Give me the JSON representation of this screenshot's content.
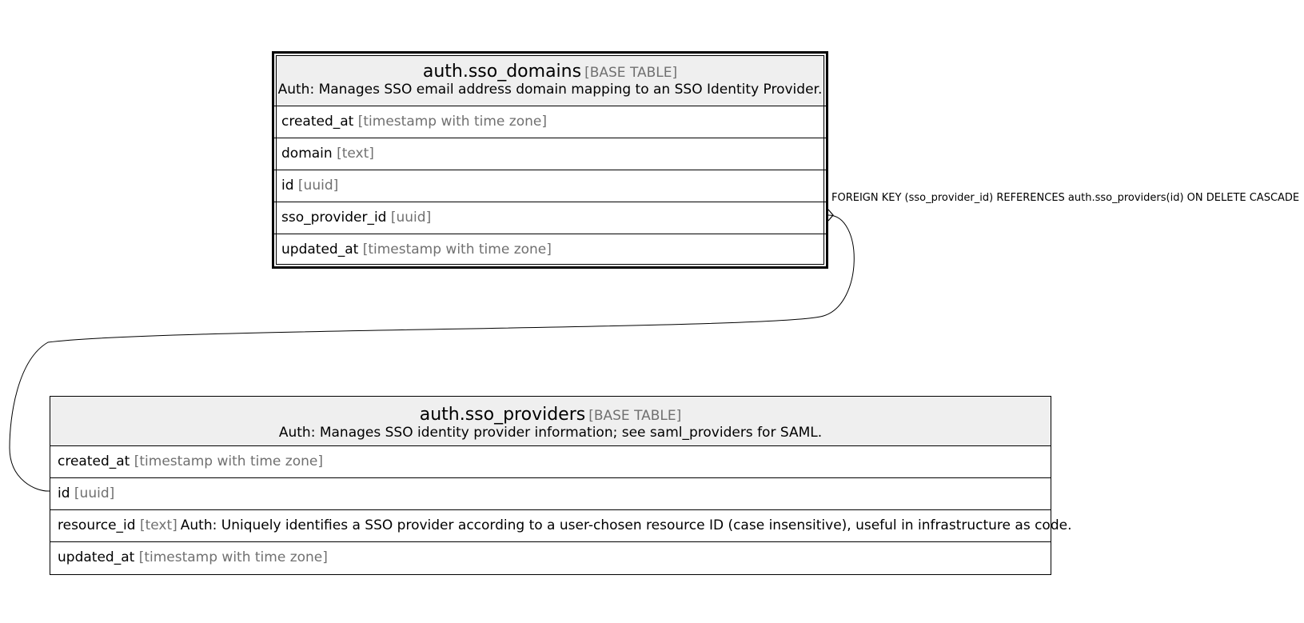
{
  "tables": [
    {
      "name": "auth.sso_domains",
      "kind": "[BASE TABLE]",
      "description": "Auth: Manages SSO email address domain mapping to an SSO Identity Provider.",
      "columns": [
        {
          "name": "created_at",
          "type": "[timestamp with time zone]",
          "description": ""
        },
        {
          "name": "domain",
          "type": "[text]",
          "description": ""
        },
        {
          "name": "id",
          "type": "[uuid]",
          "description": ""
        },
        {
          "name": "sso_provider_id",
          "type": "[uuid]",
          "description": ""
        },
        {
          "name": "updated_at",
          "type": "[timestamp with time zone]",
          "description": ""
        }
      ]
    },
    {
      "name": "auth.sso_providers",
      "kind": "[BASE TABLE]",
      "description": "Auth: Manages SSO identity provider information; see saml_providers for SAML.",
      "columns": [
        {
          "name": "created_at",
          "type": "[timestamp with time zone]",
          "description": ""
        },
        {
          "name": "id",
          "type": "[uuid]",
          "description": ""
        },
        {
          "name": "resource_id",
          "type": "[text]",
          "description": "Auth: Uniquely identifies a SSO provider according to a user-chosen resource ID (case insensitive), useful in infrastructure as code."
        },
        {
          "name": "updated_at",
          "type": "[timestamp with time zone]",
          "description": ""
        }
      ]
    }
  ],
  "relationships": [
    {
      "label": "FOREIGN KEY (sso_provider_id) REFERENCES auth.sso_providers(id) ON DELETE CASCADE",
      "from": "auth.sso_domains.sso_provider_id",
      "to": "auth.sso_providers.id"
    }
  ]
}
